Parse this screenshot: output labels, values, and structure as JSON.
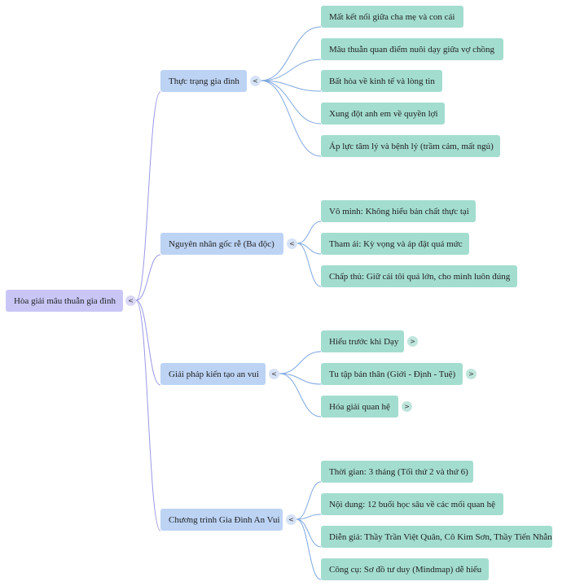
{
  "root": {
    "label": "Hòa giải mâu thuẫn gia đình",
    "toggle": "<"
  },
  "branches": [
    {
      "label": "Thực trạng gia đình",
      "toggle": "<",
      "children": [
        {
          "label": "Mất kết nối giữa cha mẹ và con cái"
        },
        {
          "label": "Mâu thuẫn quan điểm nuôi dạy giữa vợ chồng"
        },
        {
          "label": "Bất hòa về kinh tế và lòng tin"
        },
        {
          "label": "Xung đột anh em về quyền lợi"
        },
        {
          "label": "Áp lực tâm lý và bệnh lý (trầm cảm, mất ngủ)"
        }
      ]
    },
    {
      "label": "Nguyên nhân gốc rễ (Ba độc)",
      "toggle": "<",
      "children": [
        {
          "label": "Vô minh: Không hiểu bản chất thực tại"
        },
        {
          "label": "Tham ái: Kỳ vọng và áp đặt quá mức"
        },
        {
          "label": "Chấp thủ: Giữ cái tôi quá lớn, cho mình luôn đúng"
        }
      ]
    },
    {
      "label": "Giải pháp kiến tạo an vui",
      "toggle": "<",
      "children": [
        {
          "label": "Hiểu trước khi Dạy",
          "toggle": ">"
        },
        {
          "label": "Tu tập bản thân (Giới - Định - Tuệ)",
          "toggle": ">"
        },
        {
          "label": "Hóa giải quan hệ",
          "toggle": ">"
        }
      ]
    },
    {
      "label": "Chương trình Gia Đình An Vui",
      "toggle": "<",
      "children": [
        {
          "label": "Thời gian: 3 tháng (Tối thứ 2 và thứ 6)"
        },
        {
          "label": "Nội dung: 12 buổi học sâu về các mối quan hệ"
        },
        {
          "label": "Diễn giả: Thầy Trần Việt Quân, Cô Kim Sơn, Thầy Tiến Nhẫn"
        },
        {
          "label": "Công cụ: Sơ đồ tư duy (Mindmap) dễ hiểu"
        }
      ]
    }
  ],
  "colors": {
    "root": "#c9c6f6",
    "branch": "#bcd3f4",
    "leaf": "#a3ddd0",
    "root_edge": "#9a98e6",
    "branch_edge": "#7fa8e0"
  }
}
